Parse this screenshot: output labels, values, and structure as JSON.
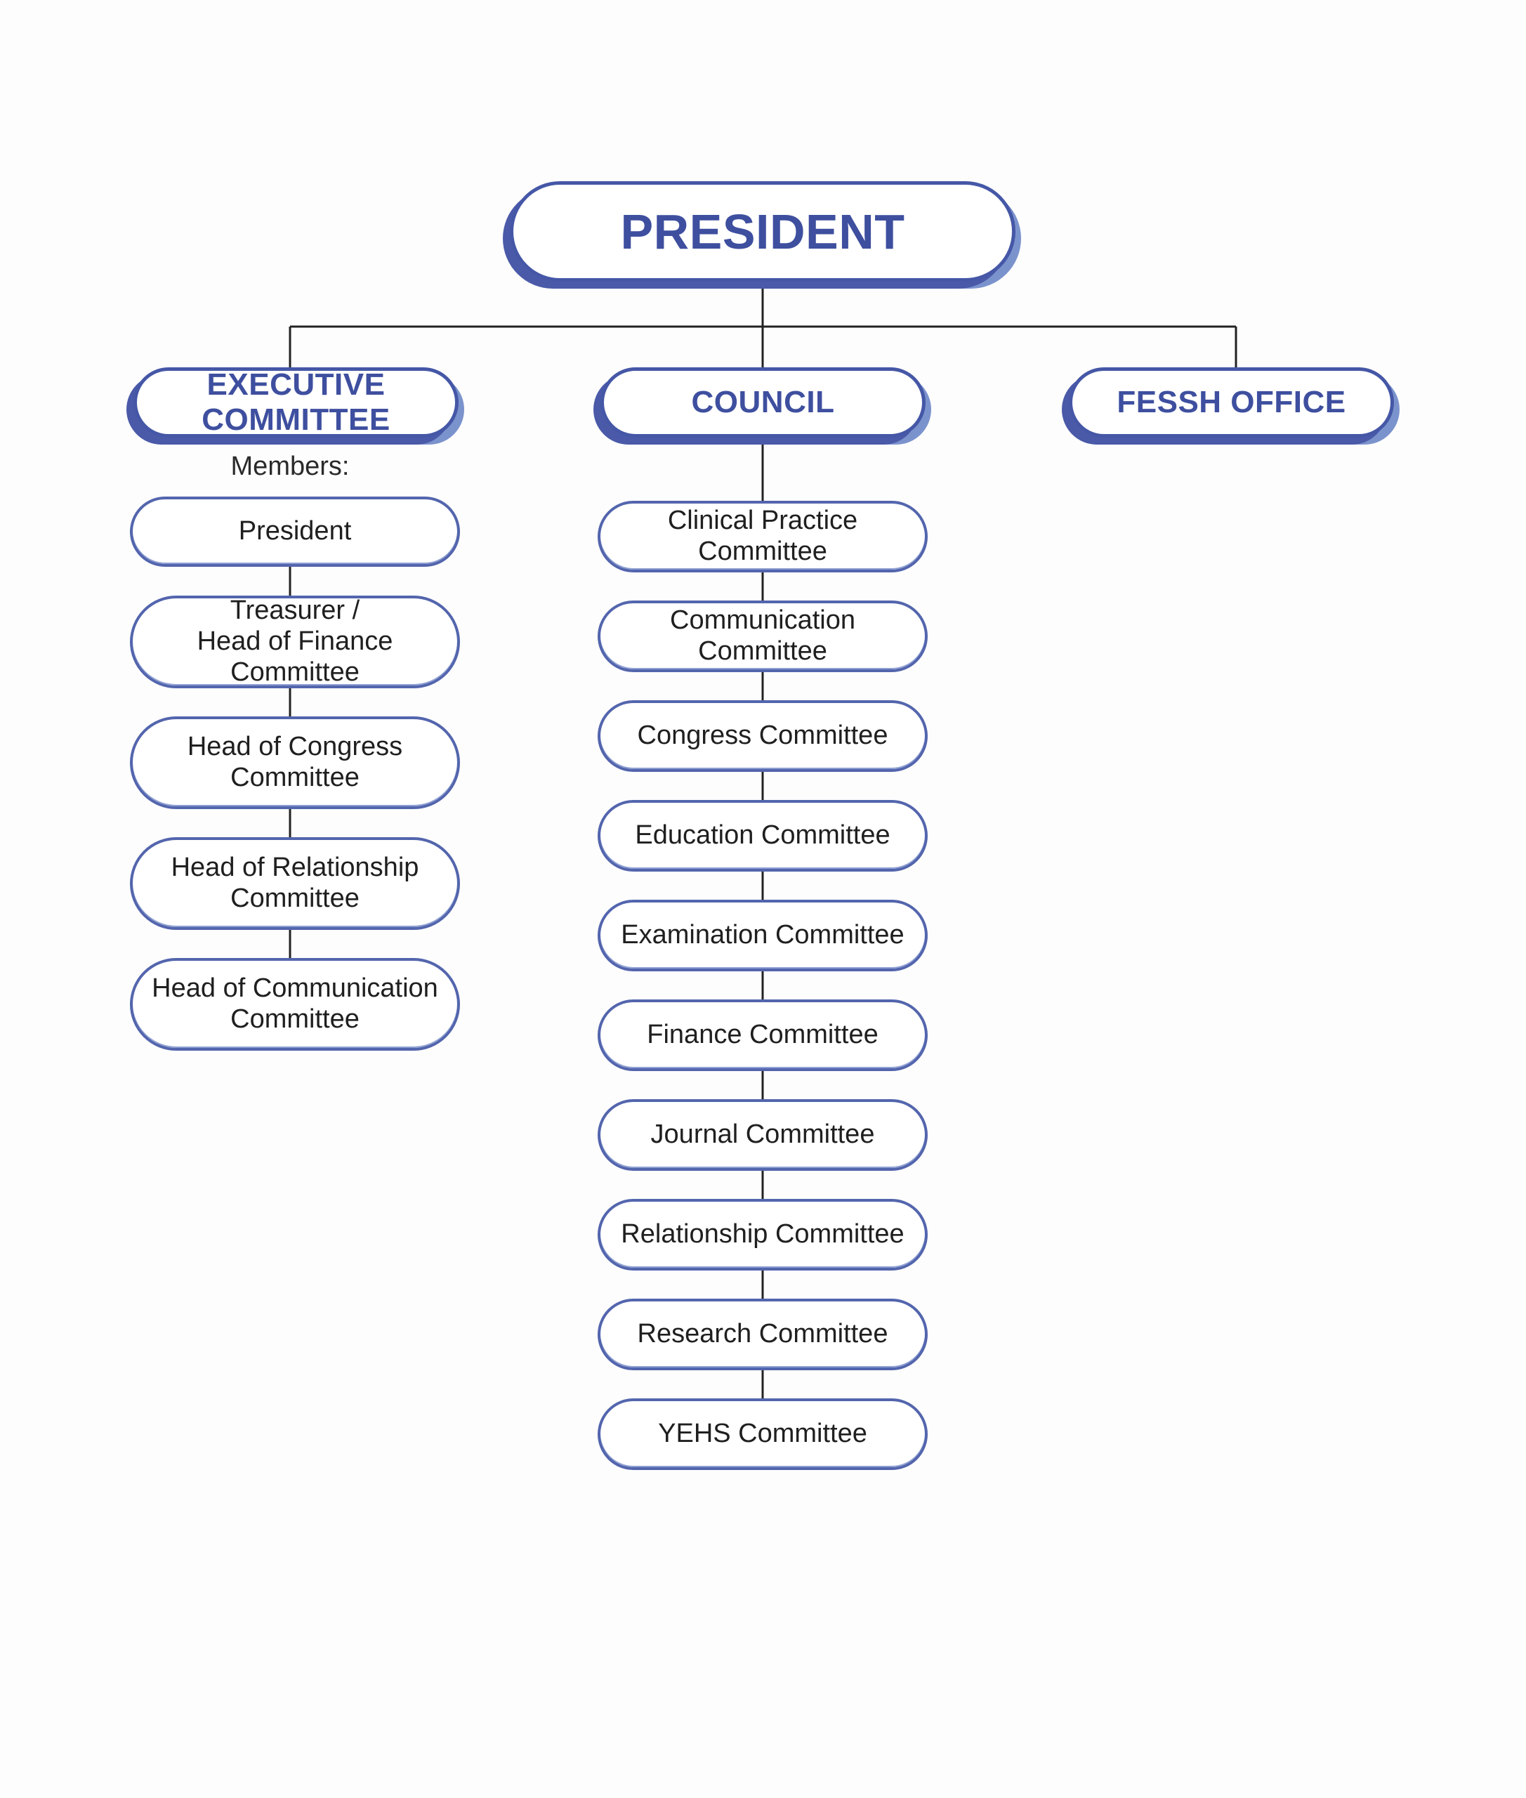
{
  "president": {
    "label": "PRESIDENT"
  },
  "executive": {
    "label": "EXECUTIVE COMMITTEE",
    "members_label": "Members:",
    "members": [
      "President",
      "Treasurer /\nHead of Finance Committee",
      "Head of Congress\nCommittee",
      "Head of Relationship\nCommittee",
      "Head of Communication\nCommittee"
    ]
  },
  "council": {
    "label": "COUNCIL",
    "committees": [
      "Clinical Practice Committee",
      "Communication Committee",
      "Congress Committee",
      "Education Committee",
      "Examination Committee",
      "Finance Committee",
      "Journal Committee",
      "Relationship Committee",
      "Research Committee",
      "YEHS Committee"
    ]
  },
  "office": {
    "label": "FESSH OFFICE"
  },
  "colors": {
    "accent": "#4557a6",
    "accent_light": "#7b93cd",
    "line": "#222222"
  }
}
